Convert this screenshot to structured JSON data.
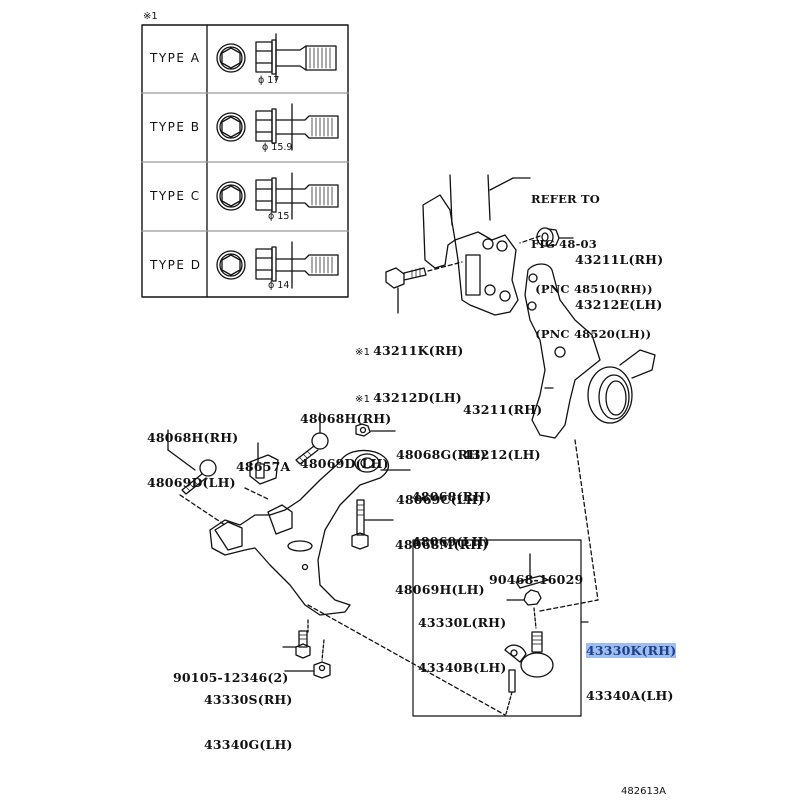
{
  "figure": {
    "figure_number": "482613A",
    "note_mark": "※1"
  },
  "bolt_types_table": {
    "header_mark": "※1",
    "rows": [
      {
        "type": "TYPE  A",
        "diameter": "ϕ 17"
      },
      {
        "type": "TYPE  B",
        "diameter": "ϕ 15.9"
      },
      {
        "type": "TYPE  C",
        "diameter": "ϕ 15"
      },
      {
        "type": "TYPE  D",
        "diameter": "ϕ 14"
      }
    ]
  },
  "callouts": {
    "refer_to": [
      "REFER TO",
      "FIG 48-03",
      " (PNC 48510(RH))",
      " (PNC 48520(LH))"
    ],
    "nut_43211L": [
      "43211L(RH)",
      "43212E(LH)"
    ],
    "bolt_43211K": {
      "mark": "※1",
      "lines": [
        "43211K(RH)",
        "43212D(LH)"
      ]
    },
    "knuckle": [
      "43211(RH)",
      "43212(LH)"
    ],
    "bolt_left": [
      "48068H(RH)",
      "48069D(LH)"
    ],
    "bolt_center": [
      "48068H(RH)",
      "48069D(LH)"
    ],
    "bracket": [
      "48657A"
    ],
    "nut_48068G": [
      "48068G(RH)",
      "48069C(LH)"
    ],
    "lower_arm": [
      "48068(RH)",
      "48069(LH)"
    ],
    "bolt_48068M": [
      "48068M(RH)",
      "48069H(LH)"
    ],
    "cotter_pin": [
      "90468-16029"
    ],
    "castle_nut": [
      "43330L(RH)",
      "43340B(LH)"
    ],
    "ball_joint": {
      "highlighted": "43330K(RH)",
      "second": "43340A(LH)"
    },
    "bolt_90105": [
      "90105-12346(2)"
    ],
    "nut_43330S": [
      "43330S(RH)",
      "43340G(LH)"
    ]
  }
}
